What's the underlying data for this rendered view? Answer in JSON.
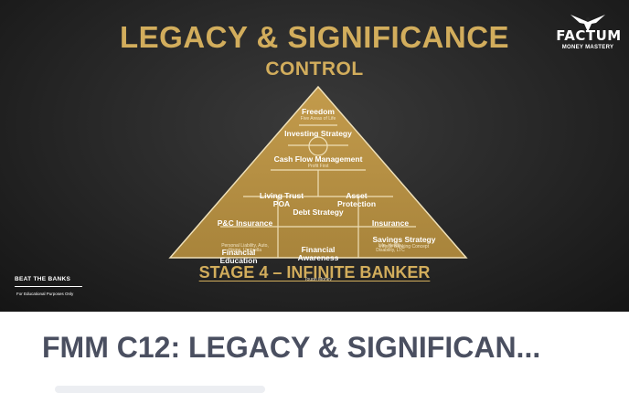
{
  "slide": {
    "title": "LEGACY & SIGNIFICANCE",
    "subtitle": "CONTROL",
    "logo": {
      "brand": "FACTUM",
      "sub": "MONEY MASTERY"
    },
    "pyramid": {
      "tier1": {
        "main": "Freedom",
        "small": "Five Areas of Life"
      },
      "tier2": {
        "main": "Investing Strategy"
      },
      "tier3": {
        "main": "Cash Flow Management",
        "small": "Profit First"
      },
      "tier4": [
        {
          "main": "Living Trust\nPOA"
        },
        {
          "main": "Asset\nProtection"
        }
      ],
      "tier5": [
        {
          "main": "P&C Insurance",
          "small": "Personal Liability, Auto,\nHome, Umbrella"
        },
        {
          "main": "Debt Strategy"
        },
        {
          "main": "Insurance",
          "small": "Life, Health,\nDisability, LTC"
        }
      ],
      "tier6": [
        {
          "main": "Financial\nEducation"
        },
        {
          "main": "Financial\nAwareness",
          "small": "Tough Money"
        },
        {
          "main": "Savings Strategy",
          "small": "Infinite Banking Concept"
        }
      ]
    },
    "stage": "STAGE 4 – INFINITE BANKER",
    "watermark": {
      "brand": "BEAT THE BANKS",
      "note": "For Educational Purposes Only"
    },
    "colors": {
      "gold": "#d2ad5c",
      "pyramid_fill": "#b58f41",
      "pyramid_lines": "#efe0b8"
    }
  },
  "card": {
    "title": "FMM C12: LEGACY & SIGNIFICAN..."
  }
}
